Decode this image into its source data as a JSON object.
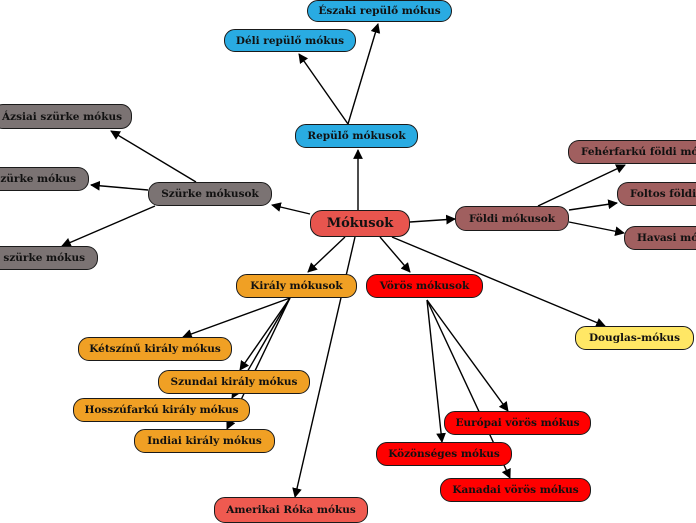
{
  "colors": {
    "center": "#e8554e",
    "flying": "#29abe2",
    "gray": "#7b7373",
    "ground": "#a05f5f",
    "king": "#f0a024",
    "red": "#ff0000",
    "douglas": "#ffe765",
    "american": "#ef5a50",
    "edge": "#000000"
  },
  "nodes": {
    "center": "Mókusok",
    "flying": "Repülő mókusok",
    "northern_flying": "Északi repülő mókus",
    "southern_flying": "Déli repülő mókus",
    "gray": "Szürke mókusok",
    "asian_gray": "Ázsiai szürke mókus",
    "gray_mid": "szürke mókus",
    "gray_low": "i szürke mókus",
    "ground": "Földi mókusok",
    "whitetail_ground": "Fehérfarkú földi mók",
    "spotted_ground": "Foltos földi",
    "alpine": "Havasi mó",
    "king": "Király mókusok",
    "bicolor_king": "Kétszínű király mókus",
    "sunda_king": "Szundai király mókus",
    "longtail_king": "Hosszúfarkú király mókus",
    "indian_king": "Indiai király mókus",
    "red": "Vörös mókusok",
    "european_red": "Európai vörös mókus",
    "common_red": "Közönséges mókus",
    "canadian_red": "Kanadai vörös mókus",
    "douglas": "Douglas-mókus",
    "american_fox": "Amerikai Róka mókus"
  }
}
